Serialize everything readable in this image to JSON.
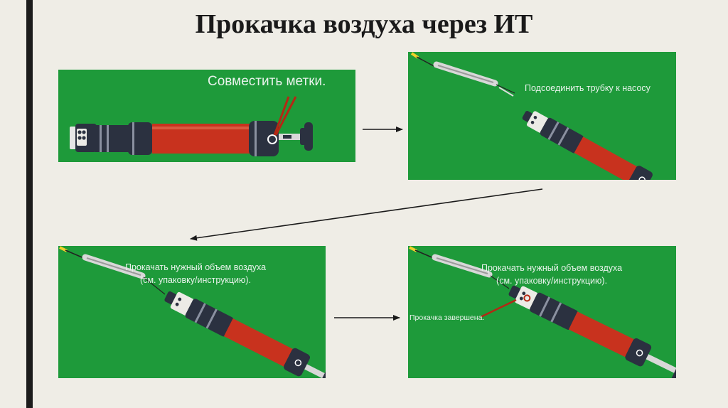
{
  "slide": {
    "title": "Прокачка воздуха через ИТ"
  },
  "steps": [
    {
      "id": "step-1",
      "label": "Совместить метки."
    },
    {
      "id": "step-2",
      "label": "Подсоединить трубку к насосу"
    },
    {
      "id": "step-3",
      "label_lines": [
        "Прокачать нужный объем воздуха",
        "(см. упаковку/инструкцию)."
      ]
    },
    {
      "id": "step-4",
      "label_lines": [
        "Прокачать нужный объем воздуха",
        "(см. упаковку/инструкцию)."
      ],
      "callout": "Прокачка завершена."
    }
  ],
  "colors": {
    "panel_green": "#1e9a3a",
    "pump_red": "#c8321e",
    "pump_dark": "#2b3140",
    "pointer_red": "#b42814",
    "tube_yellow": "#f0d02a",
    "slide_bg": "#efede6"
  }
}
